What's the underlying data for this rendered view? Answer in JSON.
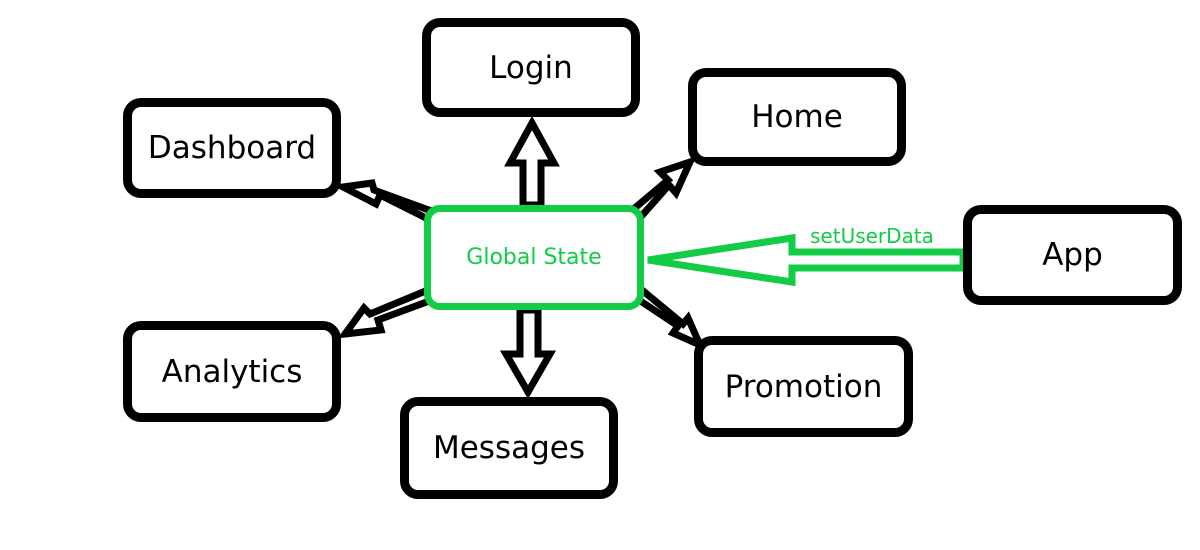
{
  "diagram": {
    "center": {
      "id": "global-state",
      "label": "Global State"
    },
    "nodes": [
      {
        "id": "login",
        "label": "Login"
      },
      {
        "id": "home",
        "label": "Home"
      },
      {
        "id": "dashboard",
        "label": "Dashboard"
      },
      {
        "id": "analytics",
        "label": "Analytics"
      },
      {
        "id": "messages",
        "label": "Messages"
      },
      {
        "id": "promotion",
        "label": "Promotion"
      },
      {
        "id": "app",
        "label": "App"
      }
    ],
    "edges": [
      {
        "from": "global-state",
        "to": "login"
      },
      {
        "from": "global-state",
        "to": "home"
      },
      {
        "from": "global-state",
        "to": "dashboard"
      },
      {
        "from": "global-state",
        "to": "analytics"
      },
      {
        "from": "global-state",
        "to": "messages"
      },
      {
        "from": "global-state",
        "to": "promotion"
      },
      {
        "from": "app",
        "to": "global-state",
        "label": "setUserData"
      }
    ],
    "colors": {
      "node_border": "#000000",
      "accent": "#11cc44"
    }
  }
}
